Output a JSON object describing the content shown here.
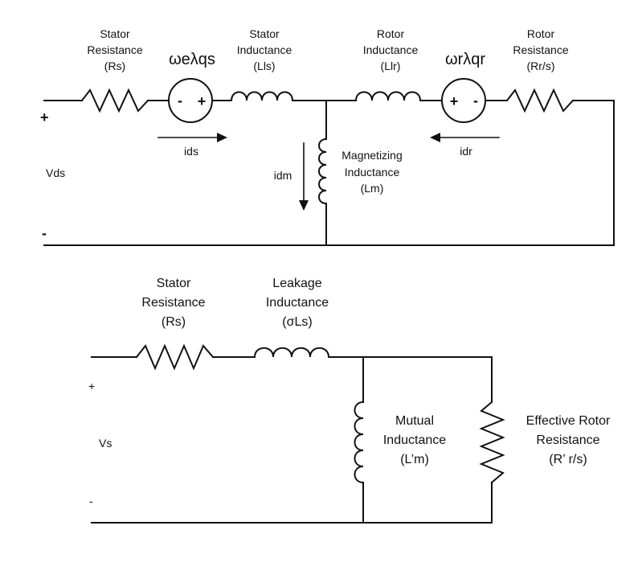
{
  "top_circuit": {
    "stator_resistance_lines": [
      "Stator",
      "Resistance",
      "(Rs)"
    ],
    "source_ds_label": "ωeλqs",
    "stator_inductance_lines": [
      "Stator",
      "Inductance",
      "(Lls)"
    ],
    "rotor_inductance_lines": [
      "Rotor",
      "Inductance",
      "(Llr)"
    ],
    "source_dr_label": "ωrλqr",
    "rotor_resistance_lines": [
      "Rotor",
      "Resistance",
      "(Rr/s)"
    ],
    "magnetizing_lines": [
      "Magnetizing",
      "Inductance",
      "(Lm)"
    ],
    "plus": "+",
    "minus": "-",
    "voltage": "Vds",
    "source1_left_sign": "-",
    "source1_right_sign": "+",
    "source2_left_sign": "+",
    "source2_right_sign": "-",
    "current_ids": "ids",
    "current_idm": "idm",
    "current_idr": "idr"
  },
  "bottom_circuit": {
    "stator_resistance_lines": [
      "Stator",
      "Resistance",
      "(Rs)"
    ],
    "leakage_inductance_lines": [
      "Leakage",
      "Inductance",
      "(σLs)"
    ],
    "mutual_inductance_lines": [
      "Mutual",
      "Inductance",
      "(L’m)"
    ],
    "effective_rotor_lines": [
      "Effective Rotor",
      "Resistance",
      "(R’ r/s)"
    ],
    "plus": "+",
    "minus": "-",
    "voltage": "Vs"
  }
}
